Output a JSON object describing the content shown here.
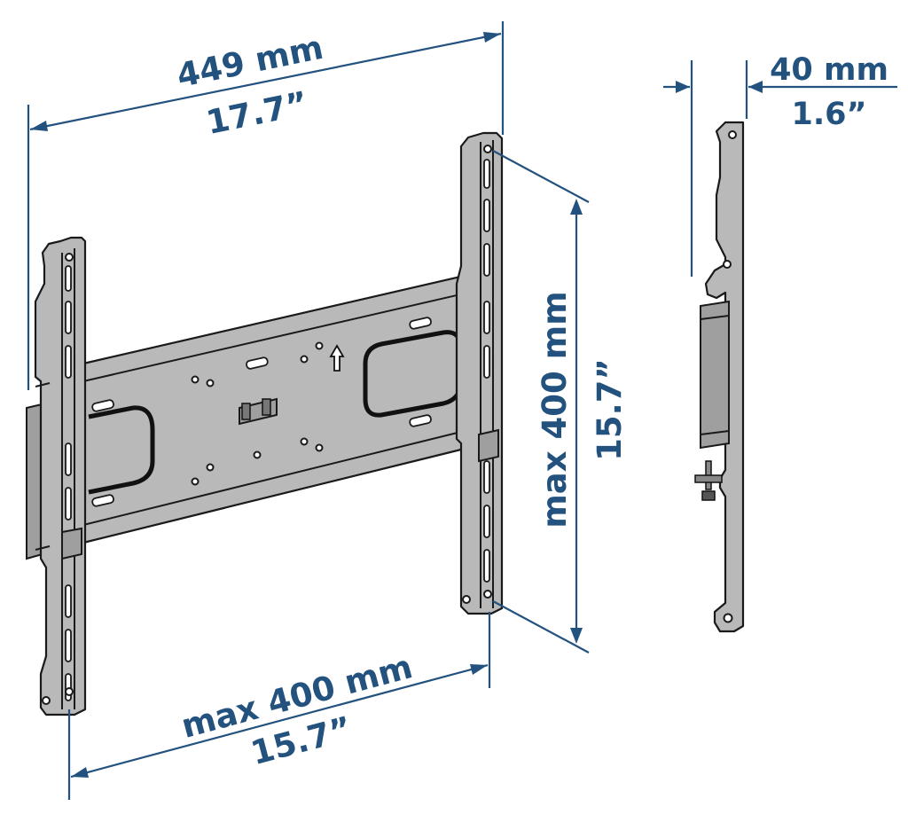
{
  "dimensions": {
    "overall_width": {
      "metric": "449 mm",
      "imperial": "17.7”"
    },
    "depth": {
      "metric": "40 mm",
      "imperial": "1.6”"
    },
    "max_vertical": {
      "metric": "max 400 mm",
      "imperial": "15.7”"
    },
    "max_horizontal": {
      "metric": "max 400 mm",
      "imperial": "15.7”"
    }
  },
  "colors": {
    "dimension": "#23527f",
    "metal": "#b9b9b9",
    "outline": "#1a1a1a",
    "background": "#ffffff"
  },
  "icons": {
    "level_arrow": "up-arrow-icon"
  }
}
